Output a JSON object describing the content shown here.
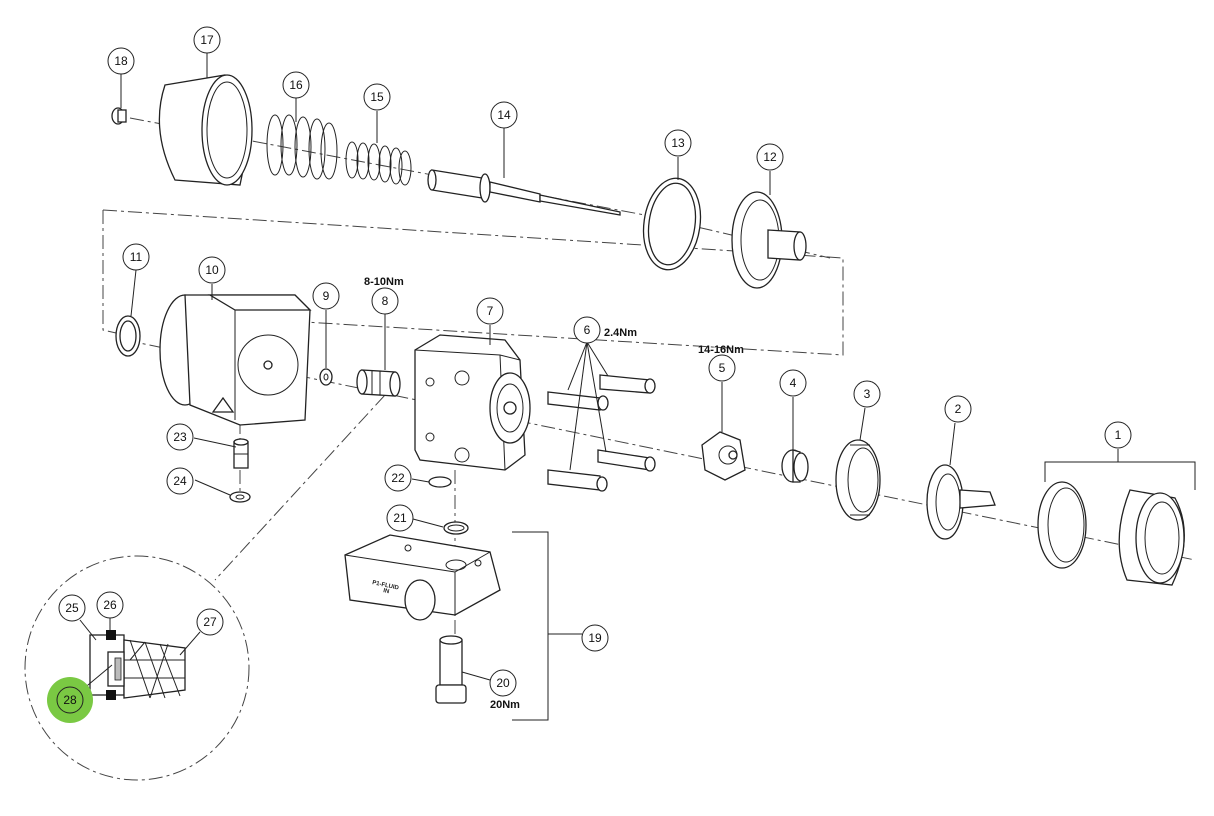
{
  "diagram": {
    "callouts": [
      {
        "id": "1",
        "label": "1"
      },
      {
        "id": "2",
        "label": "2"
      },
      {
        "id": "3",
        "label": "3"
      },
      {
        "id": "4",
        "label": "4"
      },
      {
        "id": "5",
        "label": "5"
      },
      {
        "id": "6",
        "label": "6"
      },
      {
        "id": "7",
        "label": "7"
      },
      {
        "id": "8",
        "label": "8"
      },
      {
        "id": "9",
        "label": "9"
      },
      {
        "id": "10",
        "label": "10"
      },
      {
        "id": "11",
        "label": "11"
      },
      {
        "id": "12",
        "label": "12"
      },
      {
        "id": "13",
        "label": "13"
      },
      {
        "id": "14",
        "label": "14"
      },
      {
        "id": "15",
        "label": "15"
      },
      {
        "id": "16",
        "label": "16"
      },
      {
        "id": "17",
        "label": "17"
      },
      {
        "id": "18",
        "label": "18"
      },
      {
        "id": "19",
        "label": "19"
      },
      {
        "id": "20",
        "label": "20"
      },
      {
        "id": "21",
        "label": "21"
      },
      {
        "id": "22",
        "label": "22"
      },
      {
        "id": "23",
        "label": "23"
      },
      {
        "id": "24",
        "label": "24"
      },
      {
        "id": "25",
        "label": "25"
      },
      {
        "id": "26",
        "label": "26"
      },
      {
        "id": "27",
        "label": "27"
      },
      {
        "id": "28",
        "label": "28",
        "highlight": true
      }
    ],
    "torques": {
      "part8": "8-10Nm",
      "part6": "2.4Nm",
      "part5": "14-16Nm",
      "part20": "20Nm"
    },
    "block_text": {
      "line1": "P1-FLUID",
      "line2": "IN"
    },
    "colors": {
      "highlight": "#7ac943",
      "line": "#222222",
      "background": "#ffffff"
    }
  }
}
